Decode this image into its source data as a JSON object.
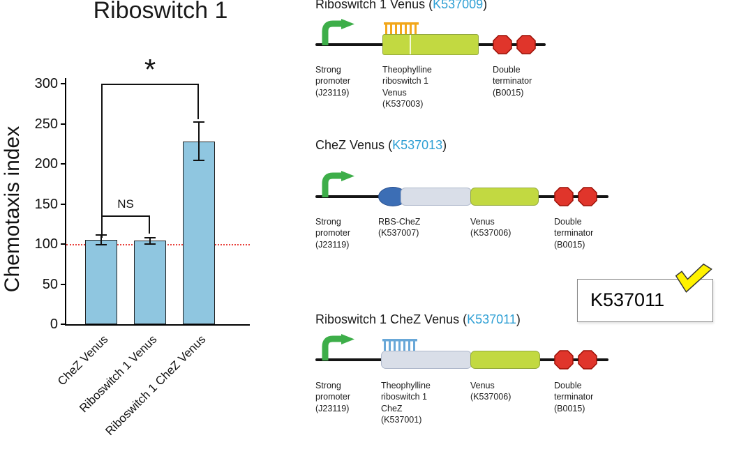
{
  "chart_data": {
    "type": "bar",
    "title": "Riboswitch 1",
    "ylabel": "Chemotaxis index",
    "xlabel": "",
    "categories": [
      "CheZ Venus",
      "Riboswitch 1 Venus",
      "Riboswitch 1 CheZ Venus"
    ],
    "values": [
      105,
      104,
      228
    ],
    "errors": [
      6,
      4,
      24
    ],
    "ylim": [
      0,
      300
    ],
    "yticks": [
      0,
      50,
      100,
      150,
      200,
      250,
      300
    ],
    "grid": false,
    "legend": "none",
    "bar_color": "#8FC6E0",
    "bar_border": "#1a1a1a",
    "reference_line": {
      "y": 100,
      "color": "#E8413C",
      "style": "dotted"
    },
    "significance": [
      {
        "label": "NS",
        "from": 0,
        "to": 1,
        "level": 136,
        "leg1": 116,
        "leg2": 113
      },
      {
        "label": "*",
        "from": 0,
        "to": 2,
        "level": 300,
        "leg1": 108,
        "leg2": 256
      }
    ]
  },
  "constructs": [
    {
      "title": "Riboswitch 1 Venus (",
      "accession": "K537009",
      "title_suffix": ")",
      "labels": [
        "Strong\npromoter\n(J23119)",
        "Theophylline\nriboswitch 1\nVenus\n(K537003)",
        "Double\nterminator\n(B0015)"
      ]
    },
    {
      "title": "CheZ Venus (",
      "accession": "K537013",
      "title_suffix": ")",
      "labels": [
        "Strong\npromoter\n(J23119)",
        "RBS-CheZ\n(K537007)",
        "Venus\n(K537006)",
        "Double\nterminator\n(B0015)"
      ]
    },
    {
      "title": "Riboswitch 1 CheZ Venus (",
      "accession": "K537011",
      "title_suffix": ")",
      "labels": [
        "Strong\npromoter\n(J23119)",
        "Theophylline\nriboswitch 1\nCheZ\n(K537001)",
        "Venus\n(K537006)",
        "Double\nterminator\n(B0015)"
      ]
    }
  ],
  "callout": {
    "text": "K537011"
  },
  "colors": {
    "accession_blue": "#2E9FD4",
    "promoter_green": "#3DAE49",
    "gene_green": "#C2D941",
    "rbs_blue": "#3C6EB5",
    "chez_gray": "#D9DEE8",
    "terminator_red": "#E0352B",
    "comb_orange": "#F2A71B",
    "comb_blue": "#69A8D8",
    "check_yellow": "#FFF200",
    "reference_red": "#E8413C",
    "bar_blue": "#8FC6E0"
  }
}
